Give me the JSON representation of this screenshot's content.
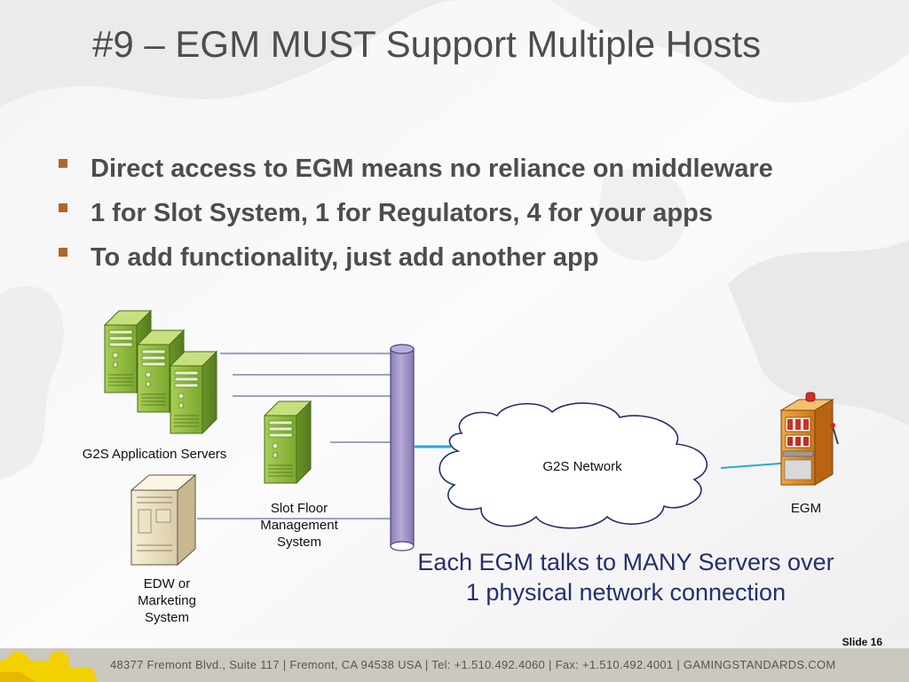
{
  "title": "#9 – EGM MUST Support Multiple Hosts",
  "bullets": [
    "Direct access to EGM means no reliance on middleware",
    "1 for Slot System, 1 for Regulators, 4 for your apps",
    "To add functionality, just add another app"
  ],
  "diagram": {
    "app_servers_label": "G2S Application Servers",
    "slot_floor_label": "Slot Floor Management System",
    "edw_label": "EDW or Marketing System",
    "network_label": "G2S Network",
    "egm_label": "EGM",
    "caption": "Each EGM talks to MANY Servers over 1 physical network connection"
  },
  "slide_number": "Slide 16",
  "footer": "48377 Fremont Blvd., Suite 117  |  Fremont, CA 94538  USA  |  Tel: +1.510.492.4060  |  Fax: +1.510.492.4001  |  GAMINGSTANDARDS.COM",
  "colors": {
    "title": "#4d4d4d",
    "bullet_marker": "#b0662a",
    "caption": "#23306b",
    "server_green": "#8dbb3c",
    "bus_purple": "#a597c9",
    "network_line": "#27a9d6",
    "footer_bg": "#cbc8bf"
  }
}
